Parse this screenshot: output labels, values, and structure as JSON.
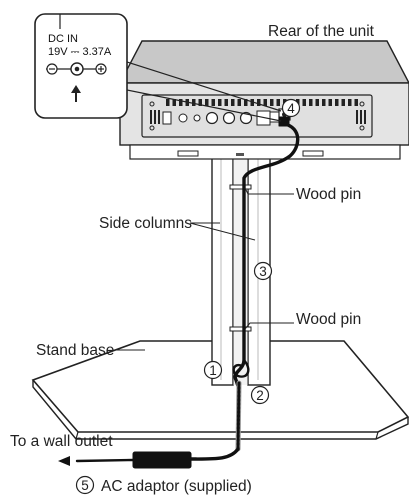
{
  "labels": {
    "rear_of_unit": "Rear of the unit",
    "wood_pin_upper": "Wood pin",
    "side_columns": "Side columns",
    "wood_pin_lower": "Wood pin",
    "stand_base": "Stand base",
    "to_wall_outlet": "To a wall outlet",
    "ac_adaptor": "AC adaptor (supplied)"
  },
  "callout": {
    "line1": "DC IN",
    "line2": "19V ⎓ 3.37A",
    "minus": "⊖",
    "plus": "⊕"
  },
  "steps": {
    "s1": "1",
    "s2": "2",
    "s3": "3",
    "s4": "4",
    "s5": "5"
  }
}
